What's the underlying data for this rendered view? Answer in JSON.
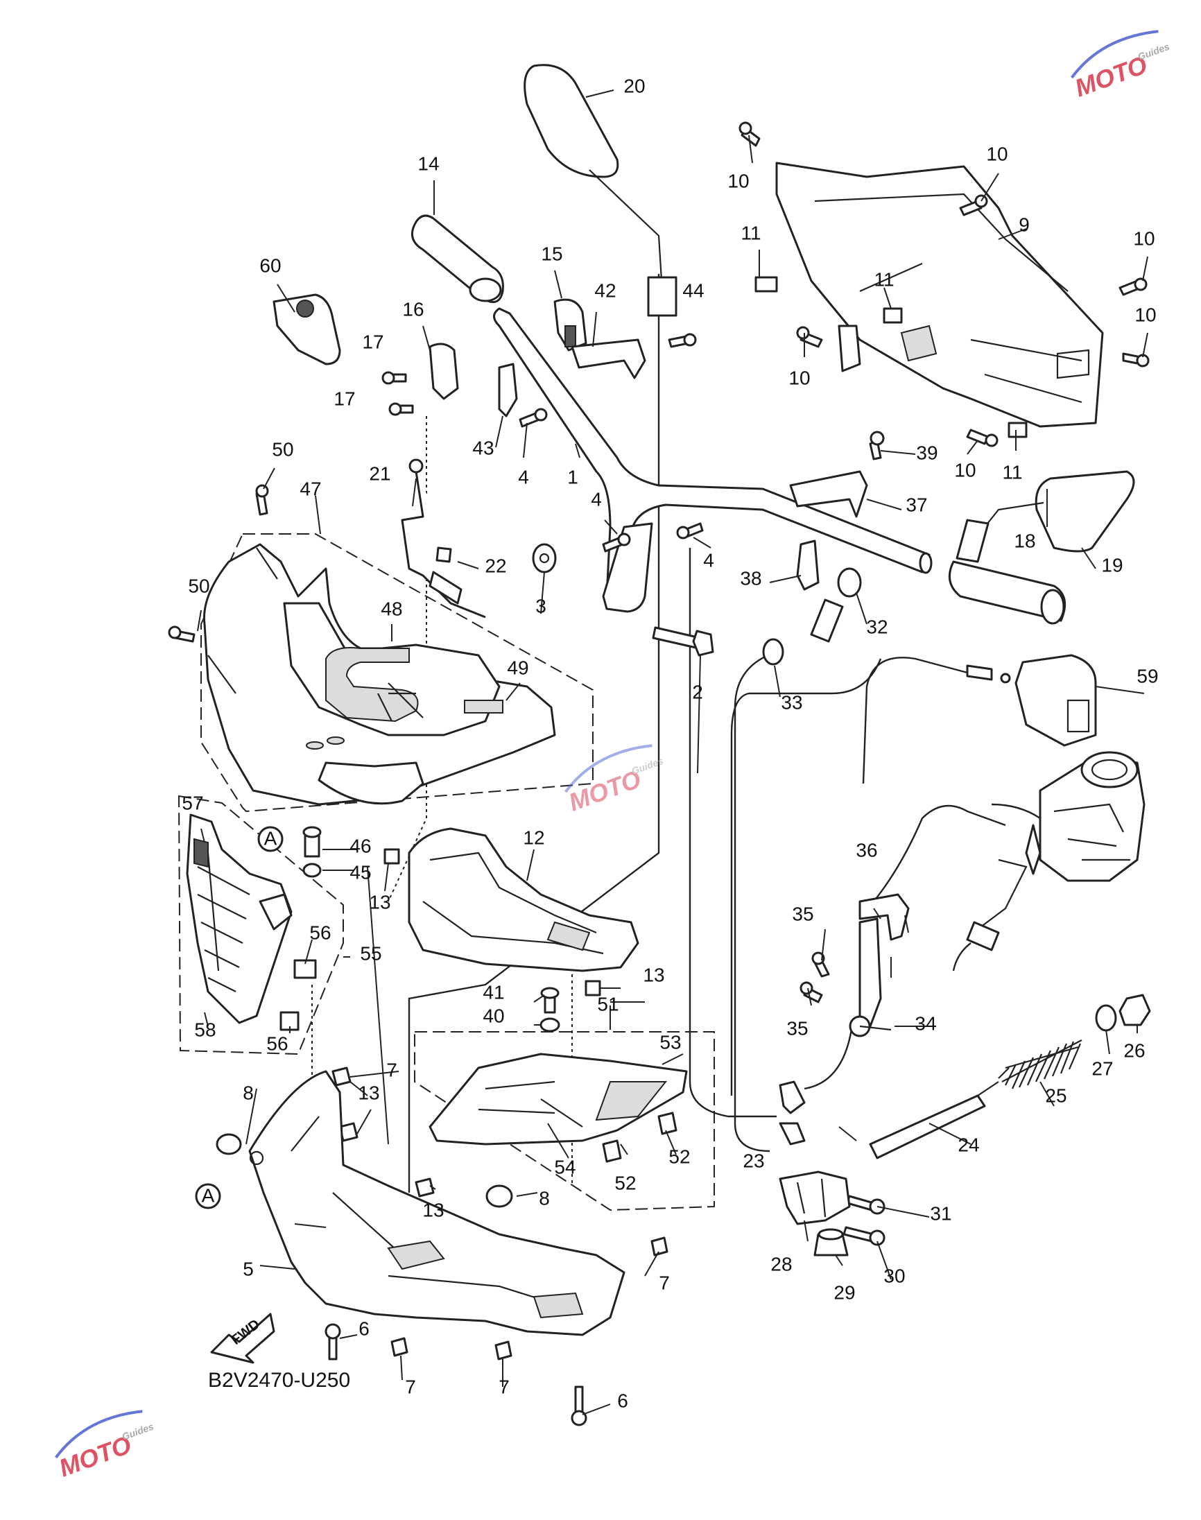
{
  "diagram": {
    "code": "B2V2470-U250",
    "fwd_label": "FWD",
    "ref_marker": "A",
    "labels": [
      {
        "id": "l1",
        "text": "1"
      },
      {
        "id": "l2",
        "text": "2"
      },
      {
        "id": "l3",
        "text": "3"
      },
      {
        "id": "l4a",
        "text": "4"
      },
      {
        "id": "l4b",
        "text": "4"
      },
      {
        "id": "l4c",
        "text": "4"
      },
      {
        "id": "l5",
        "text": "5"
      },
      {
        "id": "l6a",
        "text": "6"
      },
      {
        "id": "l6b",
        "text": "6"
      },
      {
        "id": "l7a",
        "text": "7"
      },
      {
        "id": "l7b",
        "text": "7"
      },
      {
        "id": "l7c",
        "text": "7"
      },
      {
        "id": "l7d",
        "text": "7"
      },
      {
        "id": "l8a",
        "text": "8"
      },
      {
        "id": "l8b",
        "text": "8"
      },
      {
        "id": "l9",
        "text": "9"
      },
      {
        "id": "l10a",
        "text": "10"
      },
      {
        "id": "l10b",
        "text": "10"
      },
      {
        "id": "l10c",
        "text": "10"
      },
      {
        "id": "l10d",
        "text": "10"
      },
      {
        "id": "l10e",
        "text": "10"
      },
      {
        "id": "l10f",
        "text": "10"
      },
      {
        "id": "l11a",
        "text": "11"
      },
      {
        "id": "l11b",
        "text": "11"
      },
      {
        "id": "l11c",
        "text": "11"
      },
      {
        "id": "l12",
        "text": "12"
      },
      {
        "id": "l13a",
        "text": "13"
      },
      {
        "id": "l13b",
        "text": "13"
      },
      {
        "id": "l13c",
        "text": "13"
      },
      {
        "id": "l13d",
        "text": "13"
      },
      {
        "id": "l14",
        "text": "14"
      },
      {
        "id": "l15",
        "text": "15"
      },
      {
        "id": "l16",
        "text": "16"
      },
      {
        "id": "l17a",
        "text": "17"
      },
      {
        "id": "l17b",
        "text": "17"
      },
      {
        "id": "l18",
        "text": "18"
      },
      {
        "id": "l19",
        "text": "19"
      },
      {
        "id": "l20",
        "text": "20"
      },
      {
        "id": "l21",
        "text": "21"
      },
      {
        "id": "l22",
        "text": "22"
      },
      {
        "id": "l23",
        "text": "23"
      },
      {
        "id": "l24",
        "text": "24"
      },
      {
        "id": "l25",
        "text": "25"
      },
      {
        "id": "l26",
        "text": "26"
      },
      {
        "id": "l27",
        "text": "27"
      },
      {
        "id": "l28",
        "text": "28"
      },
      {
        "id": "l29",
        "text": "29"
      },
      {
        "id": "l30",
        "text": "30"
      },
      {
        "id": "l31",
        "text": "31"
      },
      {
        "id": "l32",
        "text": "32"
      },
      {
        "id": "l33",
        "text": "33"
      },
      {
        "id": "l34",
        "text": "34"
      },
      {
        "id": "l35a",
        "text": "35"
      },
      {
        "id": "l35b",
        "text": "35"
      },
      {
        "id": "l36",
        "text": "36"
      },
      {
        "id": "l37",
        "text": "37"
      },
      {
        "id": "l38",
        "text": "38"
      },
      {
        "id": "l39",
        "text": "39"
      },
      {
        "id": "l40",
        "text": "40"
      },
      {
        "id": "l41",
        "text": "41"
      },
      {
        "id": "l42",
        "text": "42"
      },
      {
        "id": "l43",
        "text": "43"
      },
      {
        "id": "l44",
        "text": "44"
      },
      {
        "id": "l45",
        "text": "45"
      },
      {
        "id": "l46",
        "text": "46"
      },
      {
        "id": "l47",
        "text": "47"
      },
      {
        "id": "l48",
        "text": "48"
      },
      {
        "id": "l49",
        "text": "49"
      },
      {
        "id": "l50a",
        "text": "50"
      },
      {
        "id": "l50b",
        "text": "50"
      },
      {
        "id": "l51",
        "text": "51"
      },
      {
        "id": "l52a",
        "text": "52"
      },
      {
        "id": "l52b",
        "text": "52"
      },
      {
        "id": "l53",
        "text": "53"
      },
      {
        "id": "l54",
        "text": "54"
      },
      {
        "id": "l55",
        "text": "55"
      },
      {
        "id": "l56a",
        "text": "56"
      },
      {
        "id": "l56b",
        "text": "56"
      },
      {
        "id": "l57",
        "text": "57"
      },
      {
        "id": "l58",
        "text": "58"
      },
      {
        "id": "l59",
        "text": "59"
      },
      {
        "id": "l60",
        "text": "60"
      }
    ]
  },
  "watermark": {
    "brand": "MOTO",
    "sub": "Guides",
    "colors": {
      "red": "#d9364a",
      "blue": "#4a5fd0",
      "gray": "#9a9a9a"
    }
  }
}
